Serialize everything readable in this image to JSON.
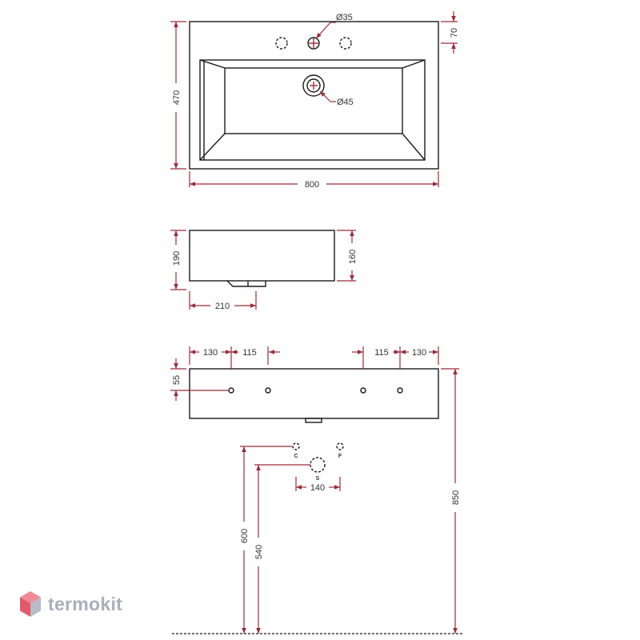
{
  "brand": {
    "name": "termokit",
    "colors": {
      "hex_top": "#f08a94",
      "hex_left": "#e25a69",
      "hex_right": "#b7bcc6",
      "text": "#a9aebb"
    }
  },
  "colors": {
    "dimension": "#9c2b3a",
    "outline": "#1a1a1a"
  },
  "top_view": {
    "overall_width": "800",
    "overall_depth": "470",
    "tap_hole_offset": "70",
    "tap_hole_diameter": "Ø35",
    "drain_diameter": "Ø45"
  },
  "side_view": {
    "total_height": "190",
    "body_height": "160",
    "drain_offset": "210"
  },
  "front_view": {
    "hole_spacing_outer_left": "130",
    "hole_spacing_inner_left": "115",
    "hole_spacing_inner_right": "115",
    "hole_spacing_outer_right": "130",
    "hole_height": "55"
  },
  "installation": {
    "cold_label": "C",
    "hot_label": "F",
    "waste_label": "S",
    "supply_spacing": "140",
    "supply_height": "600",
    "waste_height": "540",
    "mounting_height": "850"
  }
}
